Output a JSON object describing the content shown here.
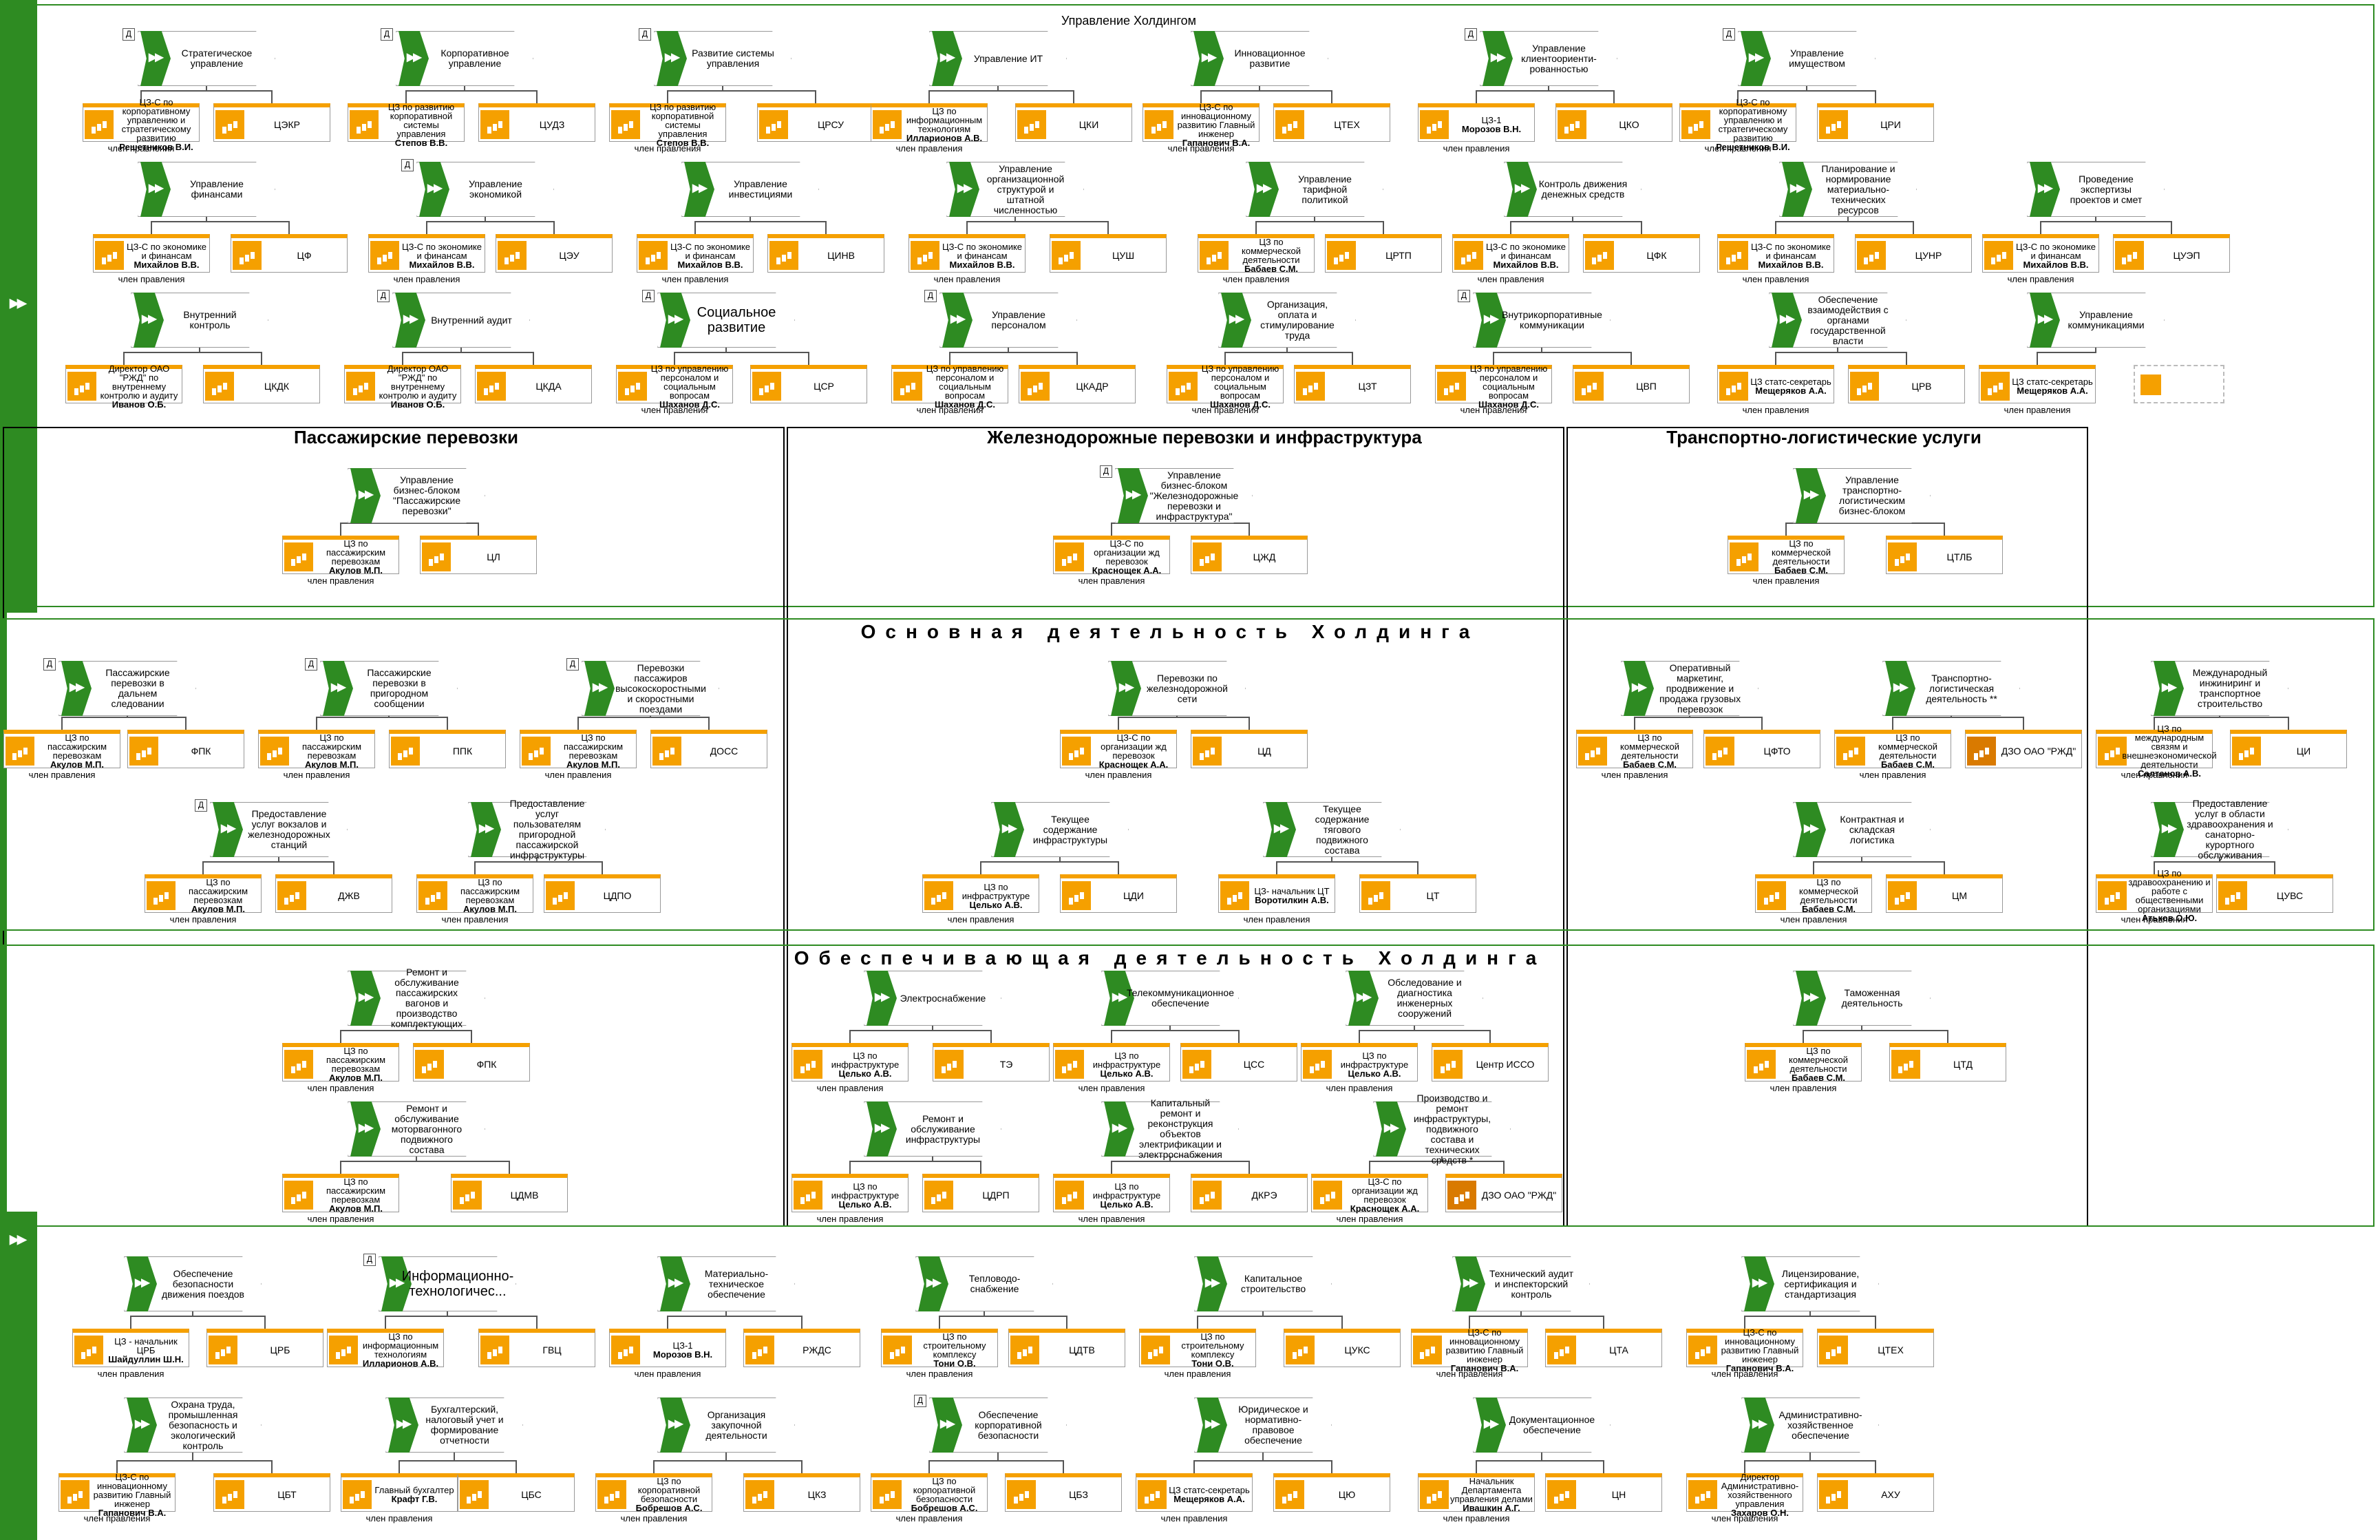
{
  "titles": {
    "holding_management": "Управление Холдингом",
    "passenger": "Пассажирские перевозки",
    "railway": "Железнодорожные перевозки и инфраструктура",
    "transport_logistics": "Транспортно-логистические услуги",
    "main_activity": "Основная деятельность Холдинга",
    "support_activity": "Обеспечивающая деятельность Холдинга"
  },
  "member_label": "член правления",
  "processes": [
    {
      "id": "p1",
      "label": "Стратегическое управление",
      "flag": "Д"
    },
    {
      "id": "p2",
      "label": "Корпоративное управление",
      "flag": "Д"
    },
    {
      "id": "p3",
      "label": "Развитие системы управления",
      "flag": "Д"
    },
    {
      "id": "p4",
      "label": "Управление ИТ"
    },
    {
      "id": "p5",
      "label": "Инновационное развитие"
    },
    {
      "id": "p6",
      "label": "Управление клиентоориенти-рованностью",
      "flag": "Д"
    },
    {
      "id": "p7",
      "label": "Управление имуществом",
      "flag": "Д"
    },
    {
      "id": "p8",
      "label": "Управление финансами"
    },
    {
      "id": "p9",
      "label": "Управление экономикой",
      "flag": "Д"
    },
    {
      "id": "p10",
      "label": "Управление инвестициями"
    },
    {
      "id": "p11",
      "label": "Управление организационной структурой и штатной численностью"
    },
    {
      "id": "p12",
      "label": "Управление тарифной политикой"
    },
    {
      "id": "p13",
      "label": "Контроль движения денежных средств"
    },
    {
      "id": "p14",
      "label": "Планирование и нормирование материально-технических ресурсов"
    },
    {
      "id": "p15",
      "label": "Проведение экспертизы проектов и смет"
    },
    {
      "id": "p16",
      "label": "Внутренний контроль"
    },
    {
      "id": "p17",
      "label": "Внутренний аудит",
      "flag": "Д"
    },
    {
      "id": "p18",
      "label": "Социальное развитие",
      "flag": "Д",
      "big": true
    },
    {
      "id": "p19",
      "label": "Управление персоналом",
      "flag": "Д"
    },
    {
      "id": "p20",
      "label": "Организация, оплата и стимулирование труда"
    },
    {
      "id": "p21",
      "label": "Внутрикорпоративные коммуникации",
      "flag": "Д"
    },
    {
      "id": "p22",
      "label": "Обеспечение взаимодействия с органами государственной власти"
    },
    {
      "id": "p23",
      "label": "Управление коммуникациями"
    },
    {
      "id": "p24",
      "label": "Управление бизнес-блоком \"Пассажирские перевозки\""
    },
    {
      "id": "p25",
      "label": "Управление бизнес-блоком \"Железнодорожные перевозки и инфраструктура\"",
      "flag": "Д"
    },
    {
      "id": "p26",
      "label": "Управление транспортно-логистическим бизнес-блоком"
    },
    {
      "id": "p27",
      "label": "Пассажирские перевозки в дальнем следовании",
      "flag": "Д"
    },
    {
      "id": "p28",
      "label": "Пассажирские перевозки в пригородном сообщении",
      "flag": "Д"
    },
    {
      "id": "p29",
      "label": "Перевозки пассажиров высокоскоростными и скоростными поездами",
      "flag": "Д"
    },
    {
      "id": "p30",
      "label": "Перевозки по железнодорожной сети"
    },
    {
      "id": "p31",
      "label": "Оперативный маркетинг, продвижение и продажа грузовых перевозок"
    },
    {
      "id": "p32",
      "label": "Транспортно-логистическая деятельность **"
    },
    {
      "id": "p33",
      "label": "Международный инжиниринг и транспортное строительство"
    },
    {
      "id": "p34",
      "label": "Предоставление услуг вокзалов и железнодорожных станций",
      "flag": "Д"
    },
    {
      "id": "p35",
      "label": "Предоставление услуг пользователям пригородной пассажирской инфраструктуры"
    },
    {
      "id": "p36",
      "label": "Текущее содержание инфраструктуры"
    },
    {
      "id": "p37",
      "label": "Текущее содержание тягового подвижного состава"
    },
    {
      "id": "p38",
      "label": "Контрактная и складская логистика"
    },
    {
      "id": "p39",
      "label": "Предоставление услуг в области здравоохранения и санаторно-курортного обслуживания"
    },
    {
      "id": "p40",
      "label": "Ремонт и обслуживание пассажирских вагонов и производство комплектующих"
    },
    {
      "id": "p41",
      "label": "Ремонт и обслуживание моторвагонного подвижного состава"
    },
    {
      "id": "p42",
      "label": "Электроснабжение"
    },
    {
      "id": "p43",
      "label": "Телекоммуникационное обеспечение"
    },
    {
      "id": "p44",
      "label": "Обследование и диагностика инженерных сооружений"
    },
    {
      "id": "p45",
      "label": "Ремонт и обслуживание инфраструктуры"
    },
    {
      "id": "p46",
      "label": "Капитальный ремонт и реконструкция объектов электрификации и электроснабжения"
    },
    {
      "id": "p47",
      "label": "Производство и ремонт инфраструктуры, подвижного состава и технических средств *"
    },
    {
      "id": "p48",
      "label": "Таможенная деятельность"
    },
    {
      "id": "p49",
      "label": "Обеспечение безопасности движения поездов"
    },
    {
      "id": "p50",
      "label": "Информационно-технологичес...",
      "flag": "Д",
      "big": true
    },
    {
      "id": "p51",
      "label": "Материально-техническое обеспечение"
    },
    {
      "id": "p52",
      "label": "Тепловодо-снабжение"
    },
    {
      "id": "p53",
      "label": "Капитальное строительство"
    },
    {
      "id": "p54",
      "label": "Технический аудит и инспекторский контроль"
    },
    {
      "id": "p55",
      "label": "Лицензирование, сертификация и стандартизация"
    },
    {
      "id": "p56",
      "label": "Охрана труда, промышленная безопасность и экологический контроль"
    },
    {
      "id": "p57",
      "label": "Бухгалтерский, налоговый учет и формирование отчетности"
    },
    {
      "id": "p58",
      "label": "Организация закупочной деятельности"
    },
    {
      "id": "p59",
      "label": "Обеспечение корпоративной безопасности",
      "flag": "Д"
    },
    {
      "id": "p60",
      "label": "Юридическое и нормативно-правовое обеспечение"
    },
    {
      "id": "p61",
      "label": "Документационное обеспечение"
    },
    {
      "id": "p62",
      "label": "Административно-хозяйственное обеспечение"
    }
  ],
  "persons": [
    {
      "id": "h1",
      "role": "ЦЗ-С по корпоративному управлению и стратегическому развитию",
      "name": "Решетников В.И.",
      "member": true
    },
    {
      "id": "h2",
      "role": "ЦЗ по развитию корпоративной системы управления",
      "name": "Степов В.В."
    },
    {
      "id": "h3",
      "role": "ЦЗ по развитию корпоративной системы управления",
      "name": "Степов В.В.",
      "member": true
    },
    {
      "id": "h4",
      "role": "ЦЗ по информационным технологиям",
      "name": "Илларионов А.В.",
      "member": true
    },
    {
      "id": "h5",
      "role": "ЦЗ-С по инновационному развитию Главный инженер",
      "name": "Гапанович В.А.",
      "member": true
    },
    {
      "id": "h6",
      "role": "ЦЗ-1",
      "name": "Морозов В.Н.",
      "member": true
    },
    {
      "id": "h7",
      "role": "ЦЗ-С по корпоративному управлению и стратегическому развитию",
      "name": "Решетников В.И.",
      "member": true
    },
    {
      "id": "h8",
      "role": "ЦЗ-С по экономике и финансам",
      "name": "Михайлов В.В.",
      "member": true
    },
    {
      "id": "h9",
      "role": "ЦЗ-С по экономике и финансам",
      "name": "Михайлов В.В.",
      "member": true
    },
    {
      "id": "h10",
      "role": "ЦЗ-С по экономике и финансам",
      "name": "Михайлов В.В.",
      "member": true
    },
    {
      "id": "h11",
      "role": "ЦЗ-С по экономике и финансам",
      "name": "Михайлов В.В.",
      "member": true
    },
    {
      "id": "h12",
      "role": "ЦЗ по коммерческой деятельности",
      "name": "Бабаев С.М.",
      "member": true
    },
    {
      "id": "h13",
      "role": "ЦЗ-С по экономике и финансам",
      "name": "Михайлов В.В.",
      "member": true
    },
    {
      "id": "h14",
      "role": "ЦЗ-С по экономике и финансам",
      "name": "Михайлов В.В.",
      "member": true
    },
    {
      "id": "h15",
      "role": "ЦЗ-С по экономике и финансам",
      "name": "Михайлов В.В.",
      "member": true
    },
    {
      "id": "h16",
      "role": "Директор ОАО \"РЖД\" по внутреннему контролю и аудиту",
      "name": "Иванов О.Б."
    },
    {
      "id": "h17",
      "role": "Директор ОАО \"РЖД\" по внутреннему контролю и аудиту",
      "name": "Иванов О.Б."
    },
    {
      "id": "h18",
      "role": "ЦЗ по управлению персоналом и социальным вопросам",
      "name": "Шаханов Д.С.",
      "member": true
    },
    {
      "id": "h19",
      "role": "ЦЗ по управлению персоналом и социальным вопросам",
      "name": "Шаханов Д.С.",
      "member": true
    },
    {
      "id": "h20",
      "role": "ЦЗ по управлению персоналом и социальным вопросам",
      "name": "Шаханов Д.С.",
      "member": true
    },
    {
      "id": "h21",
      "role": "ЦЗ по управлению персоналом и социальным вопросам",
      "name": "Шаханов Д.С.",
      "member": true
    },
    {
      "id": "h22",
      "role": "ЦЗ статс-секретарь",
      "name": "Мещеряков А.А.",
      "member": true
    },
    {
      "id": "h23",
      "role": "ЦЗ статс-секретарь",
      "name": "Мещеряков А.А.",
      "member": true
    },
    {
      "id": "h24",
      "role": "ЦЗ по пассажирским перевозкам",
      "name": "Акулов М.П.",
      "member": true
    },
    {
      "id": "h25",
      "role": "ЦЗ-С по организации жд перевозок",
      "name": "Краснощек А.А.",
      "member": true
    },
    {
      "id": "h26",
      "role": "ЦЗ по коммерческой деятельности",
      "name": "Бабаев С.М.",
      "member": true
    },
    {
      "id": "h27",
      "role": "ЦЗ по пассажирским перевозкам",
      "name": "Акулов М.П.",
      "member": true
    },
    {
      "id": "h28",
      "role": "ЦЗ по пассажирским перевозкам",
      "name": "Акулов М.П.",
      "member": true
    },
    {
      "id": "h29",
      "role": "ЦЗ по пассажирским перевозкам",
      "name": "Акулов М.П.",
      "member": true
    },
    {
      "id": "h30",
      "role": "ЦЗ-С по организации жд перевозок",
      "name": "Краснощек А.А.",
      "member": true
    },
    {
      "id": "h31",
      "role": "ЦЗ по коммерческой деятельности",
      "name": "Бабаев С.М.",
      "member": true
    },
    {
      "id": "h32",
      "role": "ЦЗ по коммерческой деятельности",
      "name": "Бабаев С.М.",
      "member": true
    },
    {
      "id": "h33",
      "role": "ЦЗ по международным связям и внешнеэкономической деятельности",
      "name": "Салтанов А.В.",
      "member": true
    },
    {
      "id": "h34",
      "role": "ЦЗ по пассажирским перевозкам",
      "name": "Акулов М.П.",
      "member": true
    },
    {
      "id": "h35",
      "role": "ЦЗ по пассажирским перевозкам",
      "name": "Акулов М.П.",
      "member": true
    },
    {
      "id": "h36",
      "role": "ЦЗ по инфраструктуре",
      "name": "Целько А.В.",
      "member": true
    },
    {
      "id": "h37",
      "role": "ЦЗ- начальник ЦТ",
      "name": "Воротилкин А.В.",
      "member": true
    },
    {
      "id": "h38",
      "role": "ЦЗ по коммерческой деятельности",
      "name": "Бабаев С.М.",
      "member": true
    },
    {
      "id": "h39",
      "role": "ЦЗ по здравоохранению и работе с общественными организациями",
      "name": "Атьков О.Ю.",
      "member": true
    },
    {
      "id": "h40",
      "role": "ЦЗ по пассажирским перевозкам",
      "name": "Акулов М.П.",
      "member": true
    },
    {
      "id": "h41",
      "role": "ЦЗ по пассажирским перевозкам",
      "name": "Акулов М.П.",
      "member": true
    },
    {
      "id": "h42",
      "role": "ЦЗ по инфраструктуре",
      "name": "Целько А.В.",
      "member": true
    },
    {
      "id": "h43",
      "role": "ЦЗ по инфраструктуре",
      "name": "Целько А.В.",
      "member": true
    },
    {
      "id": "h44",
      "role": "ЦЗ по инфраструктуре",
      "name": "Целько А.В.",
      "member": true
    },
    {
      "id": "h45",
      "role": "ЦЗ по инфраструктуре",
      "name": "Целько А.В.",
      "member": true
    },
    {
      "id": "h46",
      "role": "ЦЗ по инфраструктуре",
      "name": "Целько А.В.",
      "member": true
    },
    {
      "id": "h47",
      "role": "ЦЗ-С по организации жд перевозок",
      "name": "Краснощек А.А.",
      "member": true
    },
    {
      "id": "h48",
      "role": "ЦЗ по коммерческой деятельности",
      "name": "Бабаев С.М.",
      "member": true
    },
    {
      "id": "h49",
      "role": "ЦЗ - начальник ЦРБ",
      "name": "Шайдуллин Ш.Н.",
      "member": true
    },
    {
      "id": "h50",
      "role": "ЦЗ по информационным технологиям",
      "name": "Илларионов А.В."
    },
    {
      "id": "h51",
      "role": "ЦЗ-1",
      "name": "Морозов В.Н.",
      "member": true
    },
    {
      "id": "h52",
      "role": "ЦЗ по строительному комплексу",
      "name": "Тони О.В.",
      "member": true
    },
    {
      "id": "h53",
      "role": "ЦЗ по строительному комплексу",
      "name": "Тони О.В.",
      "member": true
    },
    {
      "id": "h54",
      "role": "ЦЗ-С по инновационному развитию Главный инженер",
      "name": "Гапанович В.А.",
      "member": true
    },
    {
      "id": "h55",
      "role": "ЦЗ-С по инновационному развитию Главный инженер",
      "name": "Гапанович В.А.",
      "member": true
    },
    {
      "id": "h56",
      "role": "ЦЗ-С по инновационному развитию Главный инженер",
      "name": "Гапанович В.А.",
      "member": true
    },
    {
      "id": "h57",
      "role": "Главный бухгалтер",
      "name": "Крафт Г.В.",
      "member": true
    },
    {
      "id": "h58",
      "role": "ЦЗ по корпоративной безопасности",
      "name": "Бобрешов А.С.",
      "member": true
    },
    {
      "id": "h59",
      "role": "ЦЗ по корпоративной безопасности",
      "name": "Бобрешов А.С.",
      "member": true
    },
    {
      "id": "h60",
      "role": "ЦЗ статс-секретарь",
      "name": "Мещеряков А.А.",
      "member": true
    },
    {
      "id": "h61",
      "role": "Начальник Департамента управления делами",
      "name": "Ивашкин А.Г.",
      "member": true
    },
    {
      "id": "h62",
      "role": "Директор Административно-хозяйственного управления",
      "name": "Захаров О.Н.",
      "member": true
    }
  ],
  "orgs": [
    {
      "id": "o1",
      "label": "ЦЭКР"
    },
    {
      "id": "o2",
      "label": "ЦУДЗ"
    },
    {
      "id": "o3",
      "label": "ЦРСУ"
    },
    {
      "id": "o4",
      "label": "ЦКИ"
    },
    {
      "id": "o5",
      "label": "ЦТЕХ"
    },
    {
      "id": "o6",
      "label": "ЦКО"
    },
    {
      "id": "o7",
      "label": "ЦРИ"
    },
    {
      "id": "o8",
      "label": "ЦФ"
    },
    {
      "id": "o9",
      "label": "ЦЭУ"
    },
    {
      "id": "o10",
      "label": "ЦИНВ"
    },
    {
      "id": "o11",
      "label": "ЦУШ"
    },
    {
      "id": "o12",
      "label": "ЦРТП"
    },
    {
      "id": "o13",
      "label": "ЦФК"
    },
    {
      "id": "o14",
      "label": "ЦУНР"
    },
    {
      "id": "o15",
      "label": "ЦУЭП"
    },
    {
      "id": "o16",
      "label": "ЦКДК"
    },
    {
      "id": "o17",
      "label": "ЦКДА"
    },
    {
      "id": "o18",
      "label": "ЦСР"
    },
    {
      "id": "o19",
      "label": "ЦКАДР"
    },
    {
      "id": "o20",
      "label": "ЦЗТ"
    },
    {
      "id": "o21",
      "label": "ЦВП"
    },
    {
      "id": "o22",
      "label": "ЦРВ"
    },
    {
      "id": "o23",
      "label": ""
    },
    {
      "id": "o24",
      "label": "ЦЛ"
    },
    {
      "id": "o25",
      "label": "ЦЖД"
    },
    {
      "id": "o26",
      "label": "ЦТЛБ"
    },
    {
      "id": "o27",
      "label": "ФПК"
    },
    {
      "id": "o28",
      "label": "ППК"
    },
    {
      "id": "o29",
      "label": "ДОСС"
    },
    {
      "id": "o30",
      "label": "ЦД"
    },
    {
      "id": "o31",
      "label": "ЦФТО"
    },
    {
      "id": "o32",
      "label": "ДЗО ОАО \"РЖД\""
    },
    {
      "id": "o33",
      "label": "ЦИ"
    },
    {
      "id": "o34",
      "label": "ДЖВ"
    },
    {
      "id": "o35",
      "label": "ЦДПО"
    },
    {
      "id": "o36",
      "label": "ЦДИ"
    },
    {
      "id": "o37",
      "label": "ЦТ"
    },
    {
      "id": "o38",
      "label": "ЦМ"
    },
    {
      "id": "o39",
      "label": "ЦУВС"
    },
    {
      "id": "o40",
      "label": "ФПК"
    },
    {
      "id": "o41",
      "label": "ЦДМВ"
    },
    {
      "id": "o42",
      "label": "ТЭ"
    },
    {
      "id": "o43",
      "label": "ЦСС"
    },
    {
      "id": "o44",
      "label": "Центр ИССО"
    },
    {
      "id": "o45",
      "label": "ЦДРП"
    },
    {
      "id": "o46",
      "label": "ДКРЭ"
    },
    {
      "id": "o47",
      "label": "ДЗО ОАО \"РЖД\""
    },
    {
      "id": "o48",
      "label": "ЦТД"
    },
    {
      "id": "o49",
      "label": "ЦРБ"
    },
    {
      "id": "o50",
      "label": "ГВЦ"
    },
    {
      "id": "o51",
      "label": "РЖДС"
    },
    {
      "id": "o52",
      "label": "ЦДТВ"
    },
    {
      "id": "o53",
      "label": "ЦУКС"
    },
    {
      "id": "o54",
      "label": "ЦТА"
    },
    {
      "id": "o55",
      "label": "ЦТЕХ"
    },
    {
      "id": "o56",
      "label": "ЦБТ"
    },
    {
      "id": "o57",
      "label": "ЦБС"
    },
    {
      "id": "o58",
      "label": "ЦКЗ"
    },
    {
      "id": "o59",
      "label": "ЦБЗ"
    },
    {
      "id": "o60",
      "label": "ЦЮ"
    },
    {
      "id": "o61",
      "label": "ЦН"
    },
    {
      "id": "o62",
      "label": "АХУ"
    }
  ]
}
